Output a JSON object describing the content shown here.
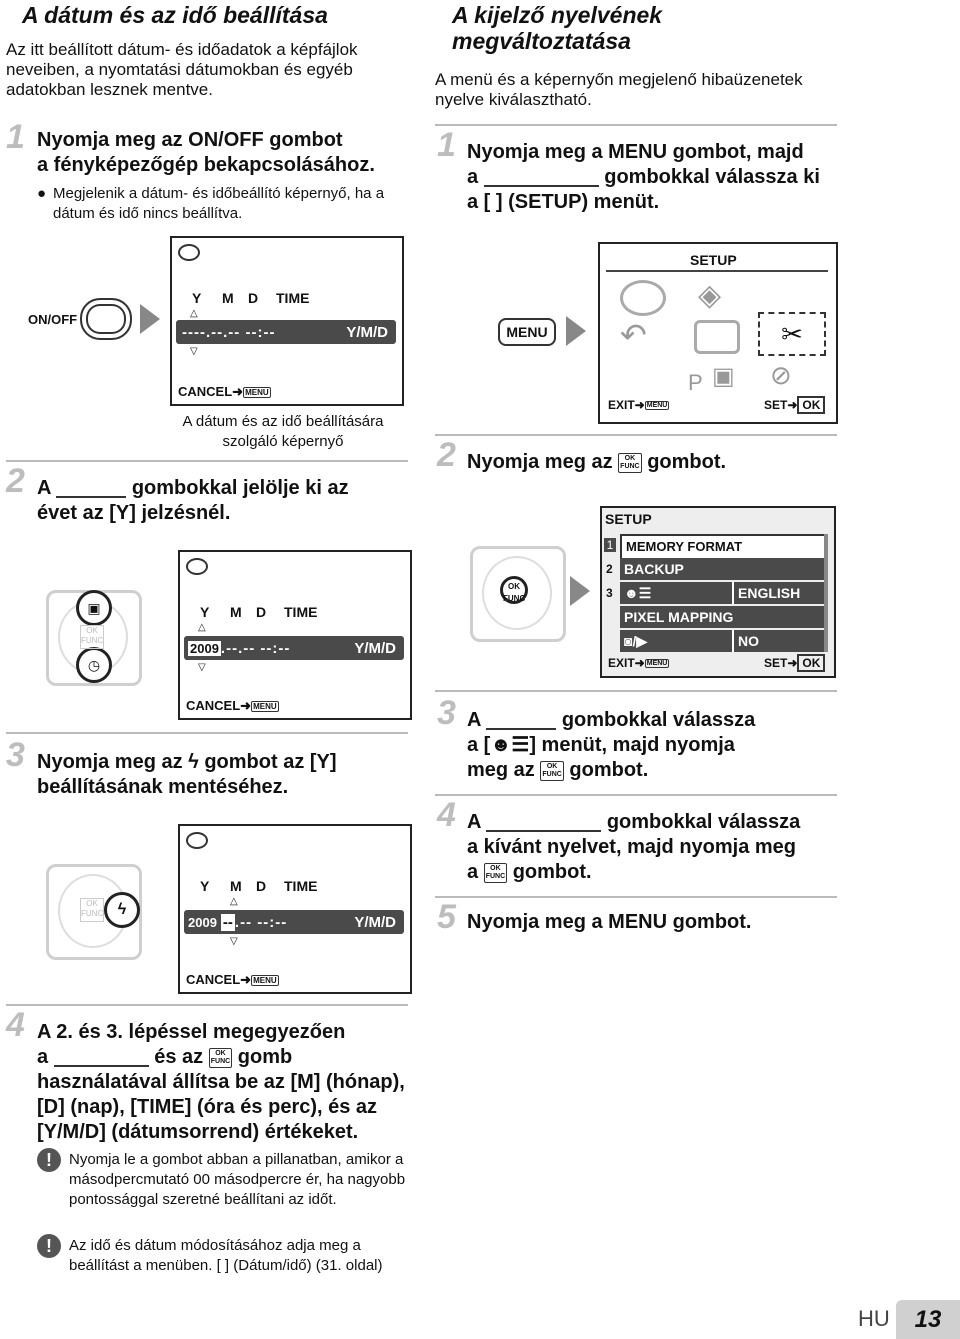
{
  "left": {
    "section_title": "A dátum és az idő beállítása",
    "intro": "Az itt beállított dátum- és időadatok a képfájlok neveiben, a nyomtatási dátumokban és egyéb adatokban lesznek mentve.",
    "step1": {
      "num": "1",
      "line1": "Nyomja meg az ON/OFF gombot",
      "line2": "a fényképezőgép bekapcsolásához.",
      "bullet": "Megjelenik a dátum- és időbeállító képernyő, ha a dátum és idő nincs beállítva."
    },
    "onoff_label": "ON/OFF",
    "screen1": {
      "labels": [
        "Y",
        "M",
        "D",
        "TIME"
      ],
      "value": "----.--.-- --:--",
      "order": "Y/M/D",
      "cancel": "CANCEL",
      "menu": "MENU"
    },
    "screen1_caption": "A dátum és az idő beállítására szolgáló képernyő",
    "step2": {
      "num": "2",
      "line1": "A",
      "line1b": "gombokkal jelölje ki az",
      "line2": "évet az [Y] jelzésnél."
    },
    "screen2": {
      "labels": [
        "Y",
        "M",
        "D",
        "TIME"
      ],
      "year": "2009",
      "rest": ".--.-- --:--",
      "order": "Y/M/D",
      "cancel": "CANCEL",
      "menu": "MENU"
    },
    "step3": {
      "num": "3",
      "line1a": "Nyomja meg az",
      "line1b": "gombot az [Y]",
      "line2": "beállításának mentéséhez."
    },
    "screen3": {
      "labels": [
        "Y",
        "M",
        "D",
        "TIME"
      ],
      "year": "2009",
      "mid": "--",
      "rest": ".-- --:--",
      "order": "Y/M/D",
      "cancel": "CANCEL",
      "menu": "MENU"
    },
    "step4": {
      "num": "4",
      "line1": "A 2. és 3. lépéssel megegyezően",
      "line2a": "a",
      "line2b": "és az",
      "line2c": "gomb",
      "line3": "használatával állítsa be az [M] (hónap),",
      "line4": "[D] (nap), [TIME] (óra és perc), és az",
      "line5": "[Y/M/D] (dátumsorrend) értékeket."
    },
    "notes": [
      "Nyomja le a gombot abban a pillanatban, amikor a másodpercmutató 00 másodpercre ér, ha nagyobb pontossággal szeretné beállítani az időt.",
      "Az idő és dátum módosításához adja meg a beállítást a menüben. [ ] (Dátum/idő) (31. oldal)"
    ],
    "ok_label": "OK",
    "func_label": "FUNC"
  },
  "right": {
    "section_title_1": "A kijelző nyelvének",
    "section_title_2": "megváltoztatása",
    "intro": "A menü és a képernyőn megjelenő hibaüzenetek nyelve kiválasztható.",
    "step1": {
      "num": "1",
      "line1": "Nyomja meg a MENU gombot, majd",
      "line2a": "a",
      "line2b": "gombokkal válassza ki",
      "line3": "a [ ] (SETUP) menüt."
    },
    "menu_button": "MENU",
    "setup_screen": {
      "title": "SETUP",
      "exit": "EXIT",
      "menu": "MENU",
      "set": "SET",
      "ok": "OK"
    },
    "step2": {
      "num": "2",
      "text_a": "Nyomja meg az",
      "text_b": "gombot."
    },
    "setup_list": {
      "title": "SETUP",
      "rows": [
        {
          "index": "1",
          "label": "MEMORY FORMAT",
          "value": ""
        },
        {
          "index": "2",
          "label": "BACKUP",
          "value": ""
        },
        {
          "index": "3",
          "label": "",
          "value": "ENGLISH"
        },
        {
          "index": "",
          "label": "PIXEL MAPPING",
          "value": ""
        },
        {
          "index": "",
          "label": "/",
          "value": "NO"
        }
      ],
      "exit": "EXIT",
      "menu": "MENU",
      "set": "SET",
      "ok": "OK"
    },
    "step3": {
      "num": "3",
      "line1a": "A",
      "line1b": "gombokkal válassza",
      "line2a": "a [",
      "line2b": "] menüt, majd nyomja",
      "line3a": "meg az",
      "line3b": "gombot."
    },
    "step4": {
      "num": "4",
      "line1a": "A",
      "line1b": "gombokkal válassza",
      "line2": "a kívánt nyelvet, majd nyomja meg",
      "line3a": "a",
      "line3b": "gombot."
    },
    "step5": {
      "num": "5",
      "text": "Nyomja meg a MENU gombot."
    }
  },
  "footer": {
    "lang": "HU",
    "page": "13"
  }
}
